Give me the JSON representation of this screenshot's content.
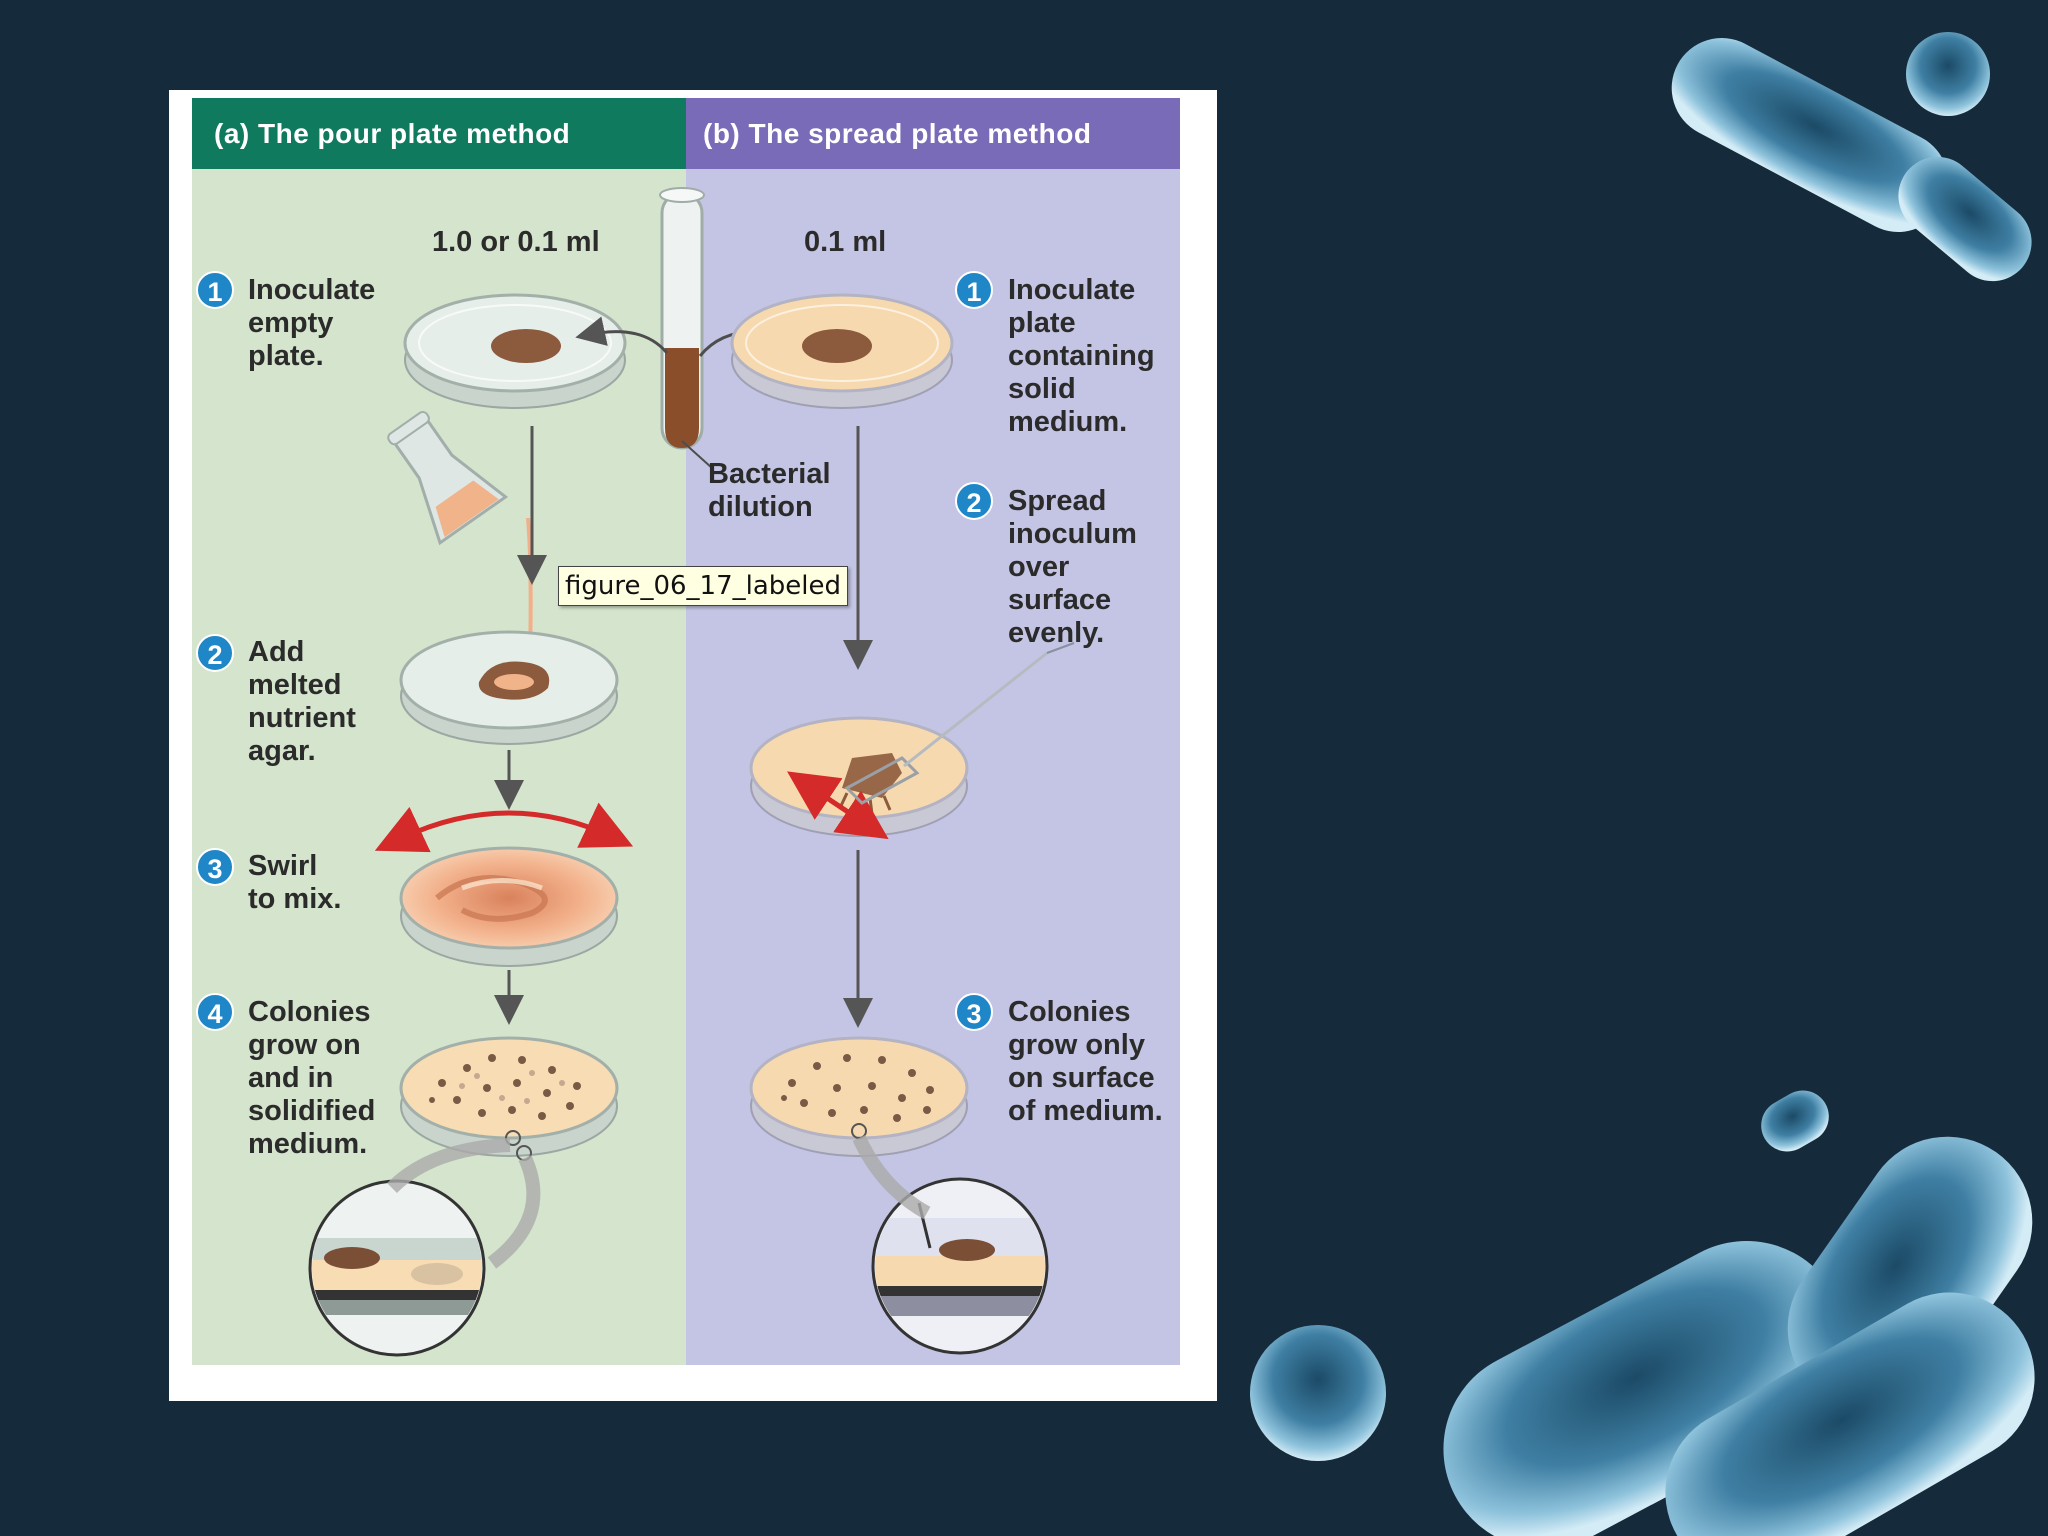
{
  "colors": {
    "background": "#152b3c",
    "pour_header": "#0f7a5e",
    "spread_header": "#7a6bb8",
    "pour_column": "#d5e4cc",
    "spread_column": "#c4c5e4",
    "step_badge": "#1f86c8",
    "arrow_red": "#d42a2a",
    "bacteria_tint": "#6fa8c8"
  },
  "headers": {
    "pour": "(a) The pour plate method",
    "spread": "(b) The spread plate method"
  },
  "volumes": {
    "pour": "1.0 or 0.1 ml",
    "spread": "0.1 ml"
  },
  "tube_label": "Bacterial\ndilution",
  "tooltip": "figure_06_17_labeled",
  "pour_steps": [
    {
      "num": "1",
      "text": "Inoculate\nempty\nplate."
    },
    {
      "num": "2",
      "text": "Add\nmelted\nnutrient\nagar."
    },
    {
      "num": "3",
      "text": "Swirl\nto mix."
    },
    {
      "num": "4",
      "text": "Colonies\ngrow on\nand in\nsolidified\nmedium."
    }
  ],
  "spread_steps": [
    {
      "num": "1",
      "text": "Inoculate\nplate\ncontaining\nsolid\nmedium."
    },
    {
      "num": "2",
      "text": "Spread\ninoculum\nover\nsurface\nevenly."
    },
    {
      "num": "3",
      "text": "Colonies\ngrow only\non surface\nof medium."
    }
  ],
  "icons": {
    "step_badge": "numbered-circle-icon",
    "petri_dish": "petri-dish-icon",
    "flask": "flask-icon",
    "test_tube": "test-tube-icon",
    "spreader": "spreader-icon",
    "magnifier": "magnifier-icon",
    "bacteria": "bacteria-icon"
  }
}
